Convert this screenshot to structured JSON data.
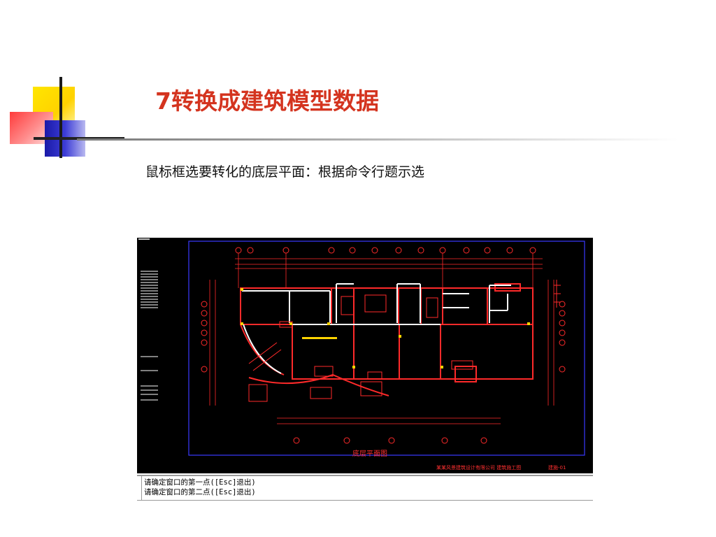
{
  "slide": {
    "title": "7转换成建筑模型数据",
    "subtitle": "鼠标框选要转化的底层平面：根据命令行题示选"
  },
  "cad": {
    "plan_label": "底层平面图",
    "footer_left": "某某风景建筑设计有限公司 建筑施工图",
    "footer_right": "建施-01",
    "command_lines": [
      "请确定窗口的第一点([Esc]退出)",
      "请确定窗口的第二点([Esc]退出)"
    ],
    "colors": {
      "background": "#000000",
      "lines": "#ff2a2a",
      "walls": "#ffffff",
      "selection": "#2a2aff",
      "highlight": "#ffd400"
    }
  }
}
